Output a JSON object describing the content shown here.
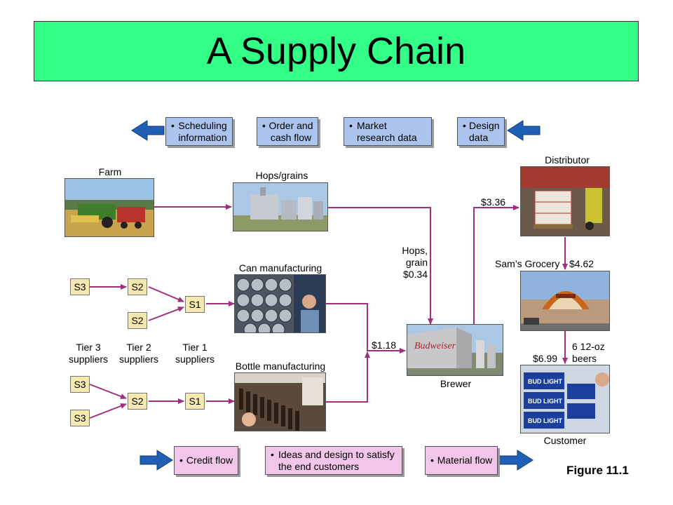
{
  "title": "A Supply Chain",
  "info_flows": {
    "scheduling": "Scheduling information",
    "order_cash": "Order and cash flow",
    "market_research": "Market research data",
    "design": "Design data"
  },
  "bottom_flows": {
    "credit": "Credit flow",
    "ideas": "Ideas and design to satisfy the end customers",
    "material": "Material flow"
  },
  "nodes": {
    "farm": "Farm",
    "hops_grains": "Hops/grains",
    "can_mfg": "Can manufacturing",
    "bottle_mfg": "Bottle manufacturing",
    "brewer": "Brewer",
    "distributor": "Distributor",
    "grocery": "Sam’s Grocery",
    "customer": "Customer"
  },
  "suppliers": {
    "s3": "S3",
    "s2": "S2",
    "s1": "S1",
    "tier3": "Tier 3 suppliers",
    "tier2": "Tier 2 suppliers",
    "tier1": "Tier 1 suppliers"
  },
  "prices": {
    "hops_grain_label": "Hops, grain",
    "hops_grain_price": "$0.34",
    "containers": "$1.18",
    "distributor": "$3.36",
    "grocery": "$4.62",
    "customer": "$6.99",
    "customer_qty": "6 12-oz beers"
  },
  "bullet": "•",
  "figure": "Figure 11.1",
  "colors": {
    "title_bg": "#33ff88",
    "info_box": "#aac4ee",
    "flow_box": "#f2c6e8",
    "supplier_box": "#f5e9b0",
    "arrow": "#a0307e",
    "big_arrow": "#1f5fb4"
  }
}
